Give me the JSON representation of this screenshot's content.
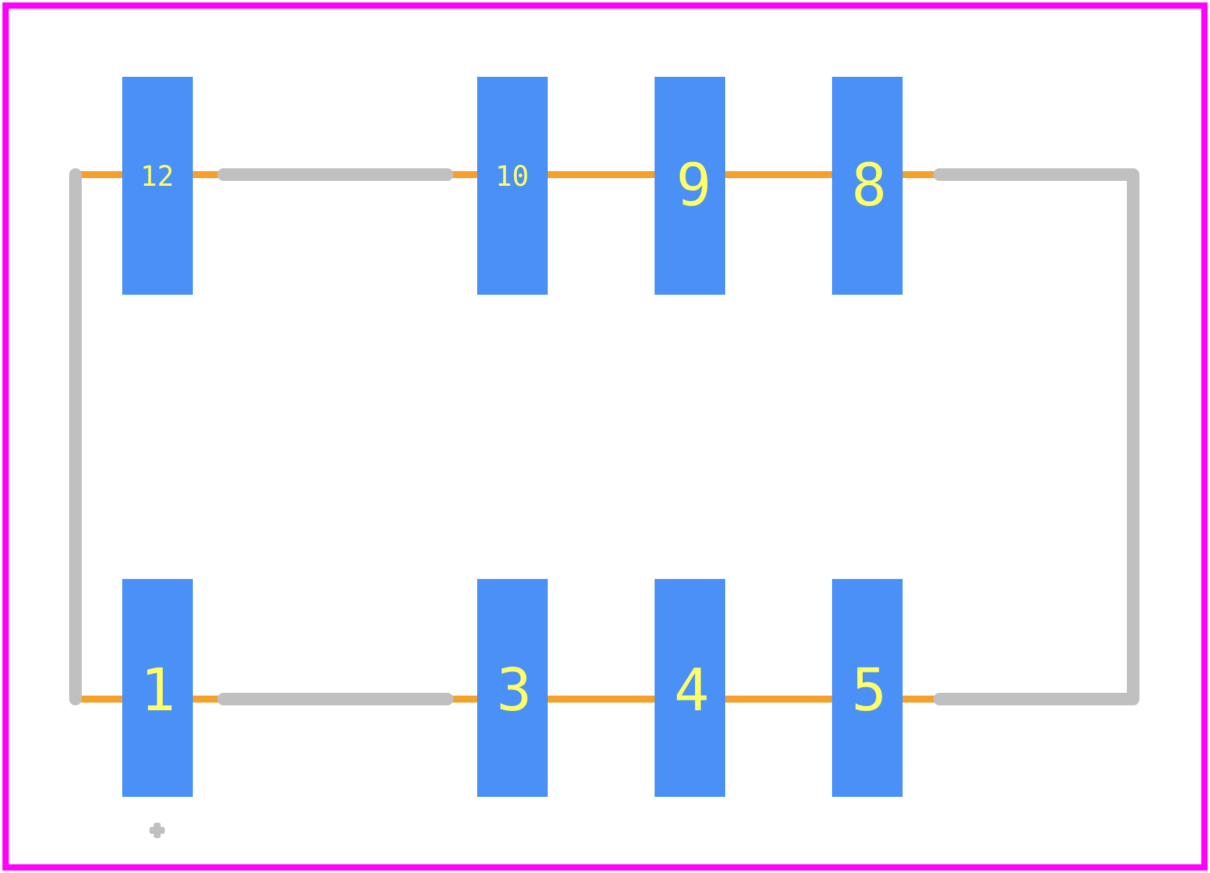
{
  "colors": {
    "background": "#ffffff",
    "board_outline": "#ff00ff",
    "pad_fill": "#4a90f7",
    "pad_label": "#ffff66",
    "silkscreen": "#c0c0c0",
    "copper_trace": "#f5a02a"
  },
  "pads": {
    "top": [
      {
        "label": "12"
      },
      {
        "label": "10"
      },
      {
        "label": "9"
      },
      {
        "label": "8"
      }
    ],
    "bottom": [
      {
        "label": "1"
      },
      {
        "label": "3"
      },
      {
        "label": "4"
      },
      {
        "label": "5"
      }
    ]
  },
  "origin_marker": {
    "icon": "origin-cross-icon"
  }
}
